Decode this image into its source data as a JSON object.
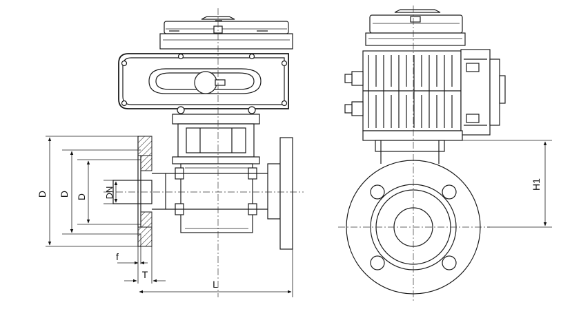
{
  "labels": {
    "outer_diameter": "D",
    "bolt_circle_diameter": "D",
    "raised_face_diameter": "D",
    "nominal_diameter": "DN",
    "raised_face_height": "f",
    "flange_thickness": "T",
    "length": "L",
    "height": "H1"
  }
}
